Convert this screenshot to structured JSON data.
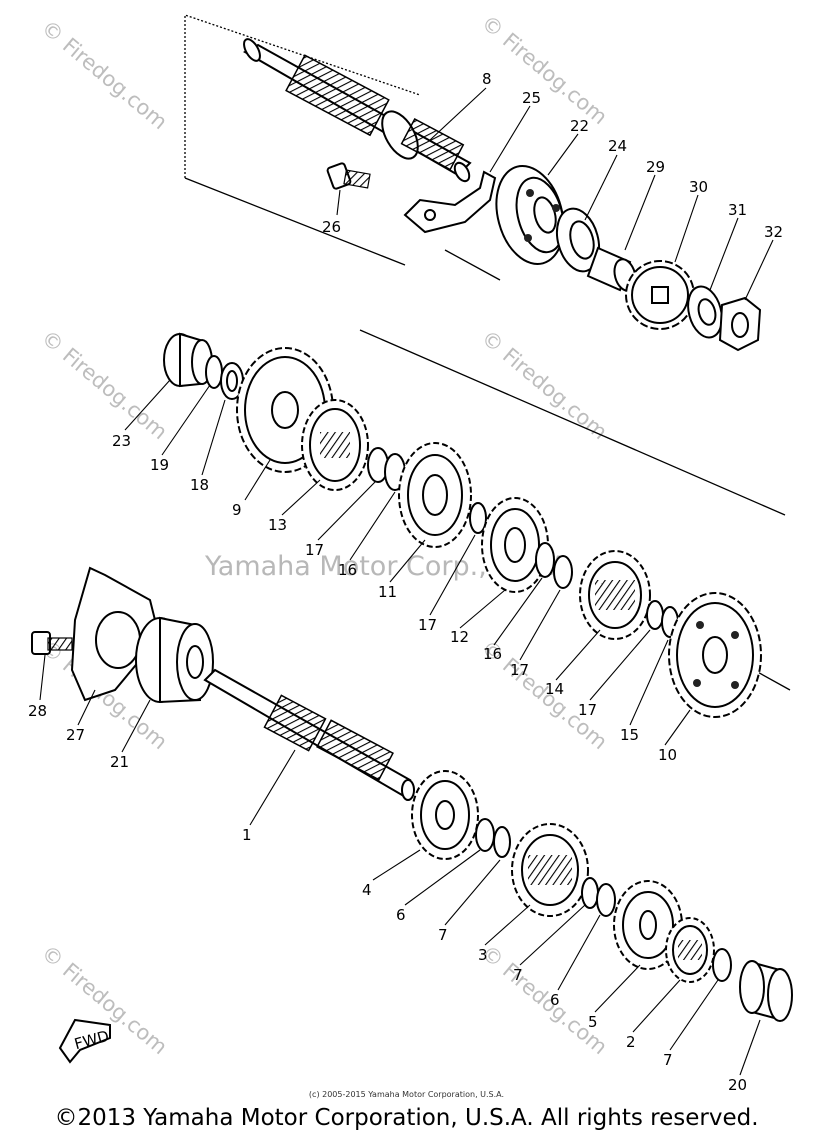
{
  "diagram": {
    "callouts": [
      "8",
      "25",
      "22",
      "24",
      "29",
      "30",
      "31",
      "32",
      "26",
      "23",
      "19",
      "18",
      "9",
      "13",
      "17",
      "16",
      "11",
      "12",
      "14",
      "15",
      "10",
      "28",
      "27",
      "21",
      "1",
      "4",
      "6",
      "7",
      "3",
      "5",
      "2",
      "20"
    ],
    "fwd_label": "FWD"
  },
  "watermarks": {
    "site": "© Firedog.com",
    "center": "Yamaha Motor Corp., U.S.A."
  },
  "footer": {
    "small_copyright": "(c) 2005-2015 Yamaha Motor Corporation, U.S.A.",
    "copyright": "©2013 Yamaha Motor Corporation, U.S.A. All rights reserved."
  }
}
